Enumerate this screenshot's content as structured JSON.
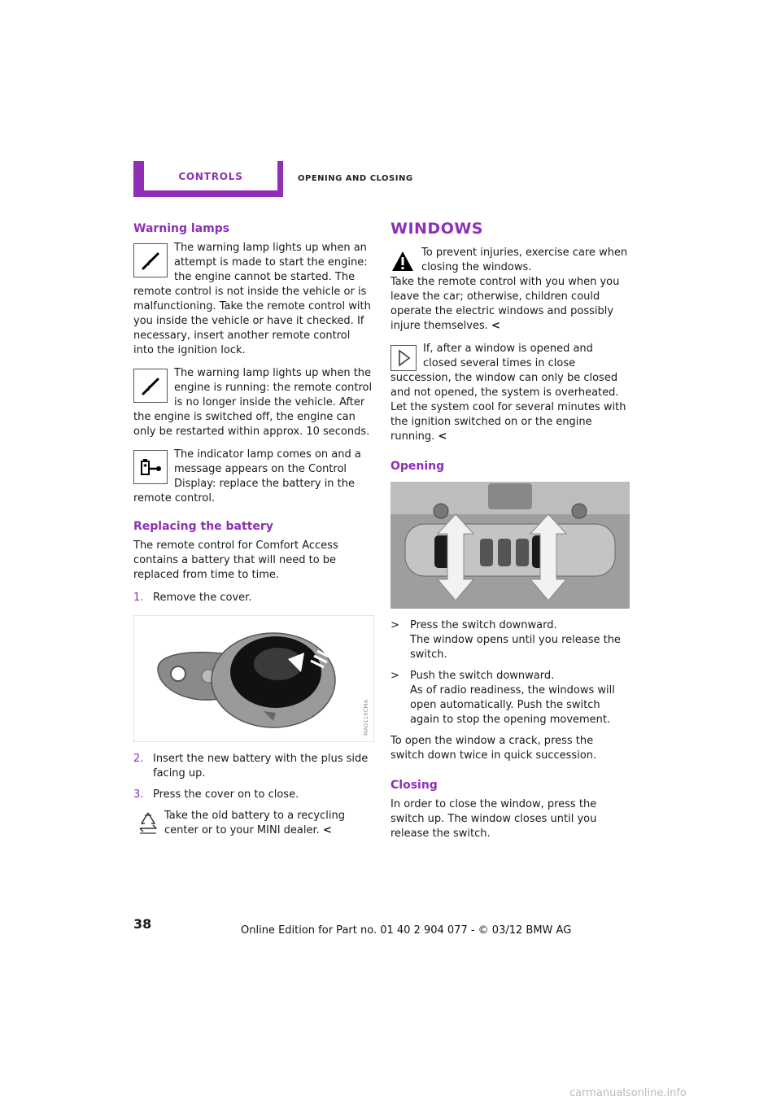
{
  "header": {
    "tab_label": "Controls",
    "section_label": "Opening and closing"
  },
  "left": {
    "warning_lamps": {
      "heading": "Warning lamps",
      "lamp1_text": "The warning lamp lights up when an attempt is made to start the engine: the engine cannot be started. The remote control is not inside the vehicle or is malfunc­tioning. Take the remote control with you inside the vehicle or have it checked. If necessary, insert another remote control into the ignition lock.",
      "lamp2_text": "The warning lamp lights up when the engine is running: the remote control is no longer inside the vehicle. After the engine is switched off, the engine can only be restarted within approx. 10 seconds.",
      "lamp3_text": "The indicator lamp comes on and a message appears on the Control Display: replace the battery in the remote control."
    },
    "replacing_battery": {
      "heading": "Replacing the battery",
      "intro": "The remote control for Comfort Access contains a battery that will need to be replaced from time to time.",
      "steps": [
        {
          "num": "1.",
          "text": "Remove the cover."
        },
        {
          "num": "2.",
          "text": "Insert the new battery with the plus side facing up."
        },
        {
          "num": "3.",
          "text": "Press the cover on to close."
        }
      ],
      "image_code": "MA0116CMA",
      "recycle_note": "Take the old battery to a recycling center or to your MINI dealer.",
      "end_mark": "<"
    }
  },
  "right": {
    "windows": {
      "heading": "Windows",
      "warning_first": "To prevent injuries, exercise care when closing the windows.",
      "warning_rest": "Take the remote control with you when you leave the car; otherwise, children could operate the electric windows and possibly injure themselves.",
      "note_text": "If, after a window is opened and closed several times in close succession, the window can only be closed and not opened, the system is overheated. Let the system cool for several minutes with the ignition switched on or the engine running.",
      "end_mark": "<"
    },
    "opening": {
      "heading": "Opening",
      "bullets": [
        {
          "mark": ">",
          "title": "Press the switch downward.",
          "detail": "The window opens until you release the switch."
        },
        {
          "mark": ">",
          "title": "Push the switch downward.",
          "detail": "As of radio readiness, the windows will open automatically. Push the switch again to stop the opening movement."
        }
      ],
      "crack_text": "To open the window a crack, press the switch down twice in quick succession."
    },
    "closing": {
      "heading": "Closing",
      "text": "In order to close the window, press the switch up. The window closes until you release the switch."
    }
  },
  "footer": {
    "page_number": "38",
    "edition": "Online Edition for Part no. 01 40 2 904 077 - © 03/12 BMW AG",
    "watermark": "carmanualsonline.info"
  },
  "colors": {
    "accent": "#8e2fb5"
  }
}
